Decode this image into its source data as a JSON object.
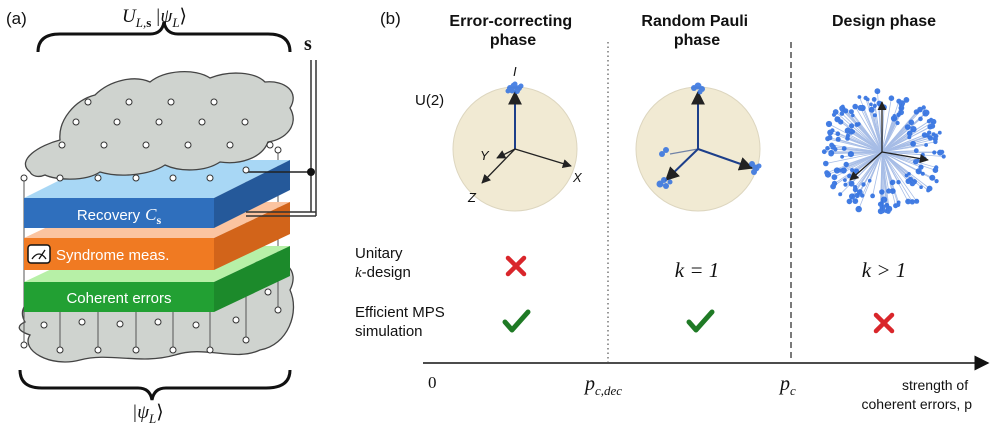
{
  "panel_a": {
    "label": "(a)",
    "top_formula": {
      "U": "U",
      "sub": "L,",
      "subs": "s",
      "ket": "|ψ",
      "ketsub": "L",
      "close": "⟩"
    },
    "bottom_formula": {
      "ket": "|ψ",
      "ketsub": "L",
      "close": "⟩"
    },
    "s_label": "s",
    "layers": {
      "recovery": "Recovery",
      "recovery_var": "C",
      "recovery_sub": "s",
      "syndrome": "Syndrome meas.",
      "coherent": "Coherent errors"
    }
  },
  "panel_b": {
    "label": "(b)",
    "phases": [
      {
        "line1": "Error-correcting",
        "line2": "phase"
      },
      {
        "line1": "Random Pauli",
        "line2": "phase"
      },
      {
        "line1": "Design phase",
        "line2": ""
      }
    ],
    "sphere_labels": {
      "u2": "U(2)",
      "I": "I",
      "X": "X",
      "Y": "Y",
      "Z": "Z"
    },
    "rows": {
      "unitary_line1": "Unitary",
      "unitary_line2_italic": "k",
      "unitary_line2_rest": "-design",
      "mps_line1": "Efficient MPS",
      "mps_line2": "simulation",
      "k1": "k = 1",
      "kgt1": "k > 1"
    },
    "axis": {
      "zero": "0",
      "pcdec_p": "p",
      "pcdec_sub": "c,dec",
      "pc_p": "p",
      "pc_sub": "c",
      "label_line1": "strength of",
      "label_line2": "coherent errors, p"
    },
    "colors": {
      "blue": "#2f6fbd",
      "orange": "#f07a22",
      "green": "#22a033",
      "red": "#d9262b",
      "check": "#1f7a25",
      "sphere": "#f1ead3"
    }
  }
}
